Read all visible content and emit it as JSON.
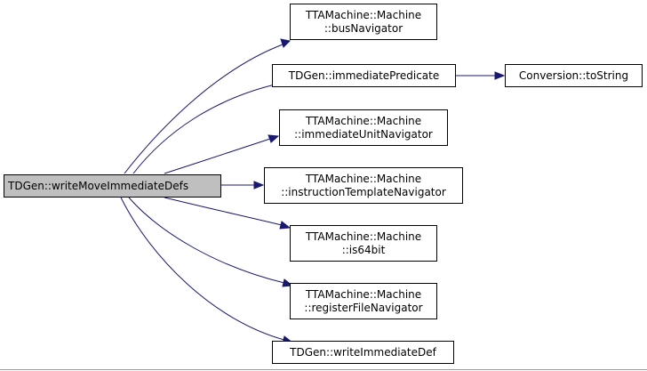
{
  "graph": {
    "root": {
      "label": "TDGen::writeMoveImmediateDefs"
    },
    "nodes": [
      {
        "id": "bus",
        "lines": [
          "TTAMachine::Machine",
          "::busNavigator"
        ]
      },
      {
        "id": "pred",
        "lines": [
          "TDGen::immediatePredicate"
        ]
      },
      {
        "id": "tostring",
        "lines": [
          "Conversion::toString"
        ]
      },
      {
        "id": "iunit",
        "lines": [
          "TTAMachine::Machine",
          "::immediateUnitNavigator"
        ]
      },
      {
        "id": "itemp",
        "lines": [
          "TTAMachine::Machine",
          "::instructionTemplateNavigator"
        ]
      },
      {
        "id": "is64",
        "lines": [
          "TTAMachine::Machine",
          "::is64bit"
        ]
      },
      {
        "id": "rf",
        "lines": [
          "TTAMachine::Machine",
          "::registerFileNavigator"
        ]
      },
      {
        "id": "wid",
        "lines": [
          "TDGen::writeImmediateDef"
        ]
      }
    ],
    "edges": [
      {
        "from": "root",
        "to": "bus"
      },
      {
        "from": "root",
        "to": "pred"
      },
      {
        "from": "pred",
        "to": "tostring"
      },
      {
        "from": "root",
        "to": "iunit"
      },
      {
        "from": "root",
        "to": "itemp"
      },
      {
        "from": "root",
        "to": "is64"
      },
      {
        "from": "root",
        "to": "rf"
      },
      {
        "from": "root",
        "to": "wid"
      }
    ],
    "colors": {
      "edge": "#191970",
      "root_fill": "#bfbfbf",
      "node_fill": "#ffffff",
      "border": "#000000"
    }
  }
}
